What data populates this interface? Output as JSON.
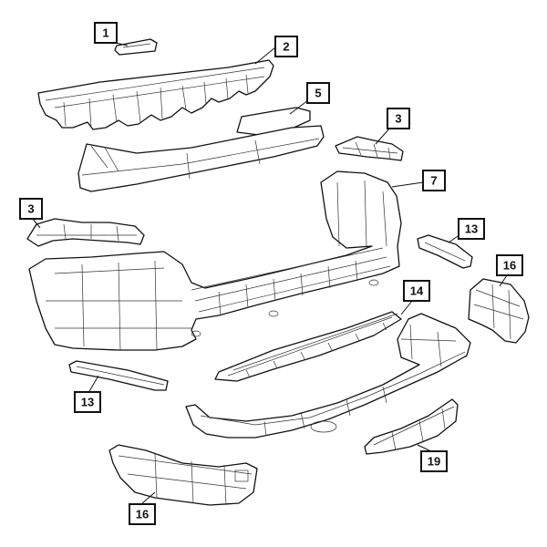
{
  "callouts": {
    "c1": "1",
    "c2": "2",
    "c5": "5",
    "c3_right": "3",
    "c7": "7",
    "c3_left": "3",
    "c13_right": "13",
    "c16_right": "16",
    "c14": "14",
    "c13_left": "13",
    "c19": "19",
    "c16_left": "16"
  }
}
